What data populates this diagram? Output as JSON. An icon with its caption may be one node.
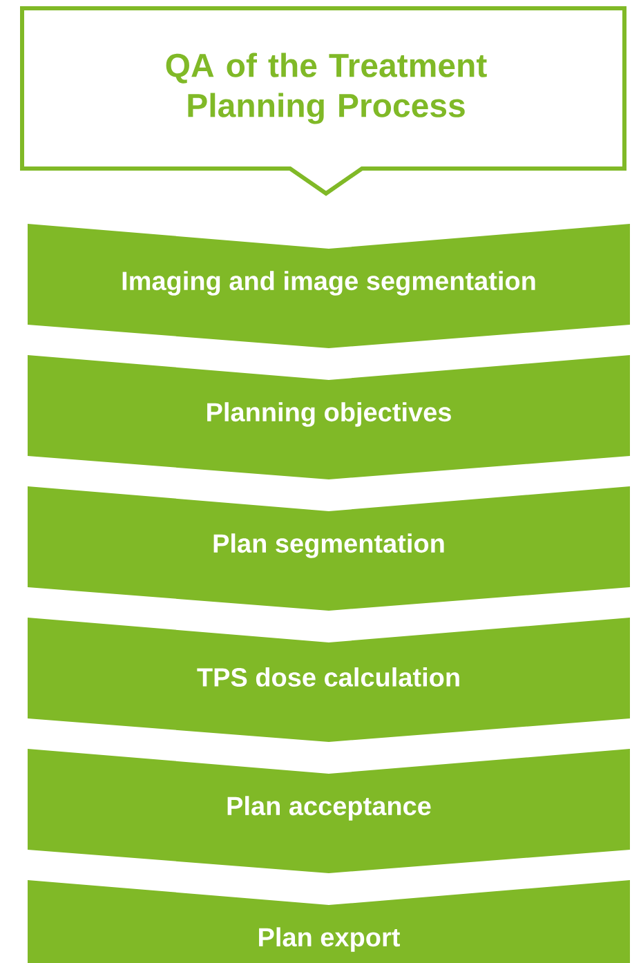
{
  "diagram": {
    "nodes": [
      {
        "text": [
          "QA of the Treatment Planning Process"
        ]
      },
      {
        "text": [
          "Imaging and image segmentation"
        ]
      },
      {
        "text": [
          "Planning objectives"
        ]
      },
      {
        "text": [
          "Plan segmentation"
        ]
      },
      {
        "text": [
          "TPS dose calculation"
        ]
      },
      {
        "text": [
          "Plan acceptance"
        ]
      },
      {
        "text": [
          "Plan export"
        ]
      }
    ]
  }
}
